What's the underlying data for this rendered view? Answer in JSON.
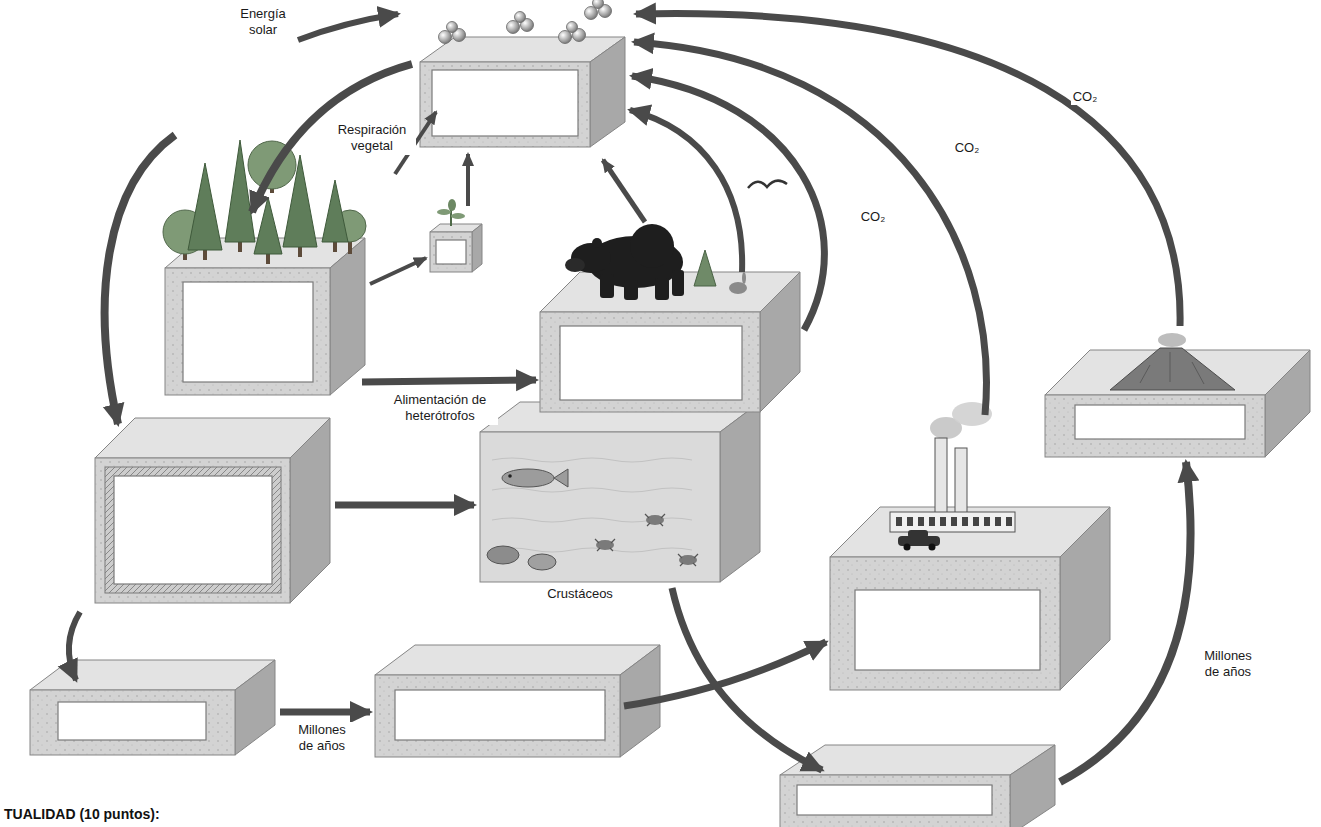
{
  "diagram": {
    "labels": [
      "Energía solar",
      "CO₂",
      "Respiración vegetal",
      "CO₂",
      "CO₂",
      "Alimentación de heterótrofos",
      "Crustáceos",
      "Millones de años",
      "Millones de años",
      "TUALIDAD (10 puntos):"
    ]
  }
}
